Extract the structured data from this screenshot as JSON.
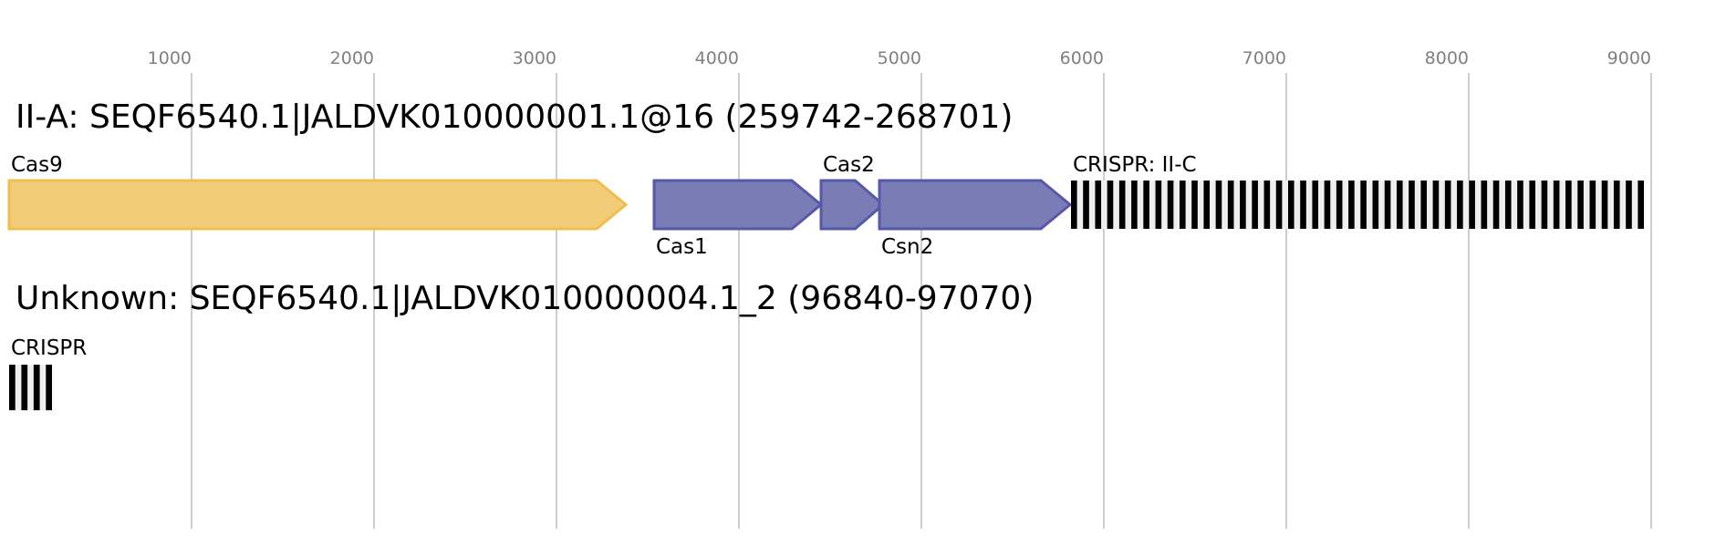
{
  "chart_data": {
    "type": "gene-map",
    "xaxis": {
      "unit": "bp",
      "range": [
        0,
        9000
      ],
      "ticks": [
        1000,
        2000,
        3000,
        4000,
        5000,
        6000,
        7000,
        8000,
        9000
      ],
      "tick_labels": [
        "1000",
        "2000",
        "3000",
        "4000",
        "5000",
        "6000",
        "7000",
        "8000",
        "9000"
      ],
      "grid": true
    },
    "tracks": [
      {
        "title": "II-A: SEQF6540.1|JALDVK010000001.1@16 (259742-268701)",
        "features": [
          {
            "kind": "gene",
            "label": "Cas9",
            "start": 0,
            "end": 3380,
            "strand": "+",
            "color_group": "effector",
            "label_position": "above"
          },
          {
            "kind": "gene",
            "label": "Cas1",
            "start": 3535,
            "end": 4450,
            "strand": "+",
            "color_group": "adaptation",
            "label_position": "below"
          },
          {
            "kind": "gene",
            "label": "Cas2",
            "start": 4450,
            "end": 4790,
            "strand": "+",
            "color_group": "adaptation",
            "label_position": "above"
          },
          {
            "kind": "gene",
            "label": "Csn2",
            "start": 4770,
            "end": 5815,
            "strand": "+",
            "color_group": "adaptation",
            "label_position": "below"
          },
          {
            "kind": "crispr",
            "label": "CRISPR: II-C",
            "start": 5820,
            "end": 8960,
            "repeats": 48,
            "label_position": "above"
          }
        ]
      },
      {
        "title": "Unknown: SEQF6540.1|JALDVK010000004.1_2 (96840-97070)",
        "features": [
          {
            "kind": "crispr",
            "label": "CRISPR",
            "start": 0,
            "end": 235,
            "repeats": 4,
            "label_position": "above"
          }
        ]
      }
    ]
  },
  "colors": {
    "effector_fill": "#f2cc78",
    "effector_stroke": "#eebf4d",
    "adaptation_fill": "#7a7cb6",
    "adaptation_stroke": "#5759a8",
    "crispr_repeat": "#000000",
    "crispr_spacer": "#efefef",
    "gridline": "#bdbdbd",
    "tick_label": "#808080"
  }
}
